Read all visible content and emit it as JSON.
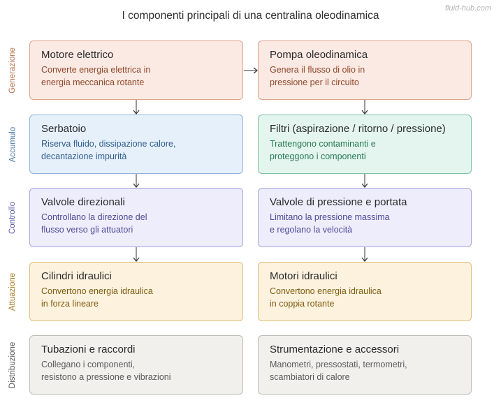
{
  "title": "I componenti principali di una centralina oleodinamica",
  "watermark": "fluid-hub.com",
  "rows": [
    {
      "label": "Generazione",
      "label_color": "#b8754f",
      "bg": "#fbe9e3",
      "border": "#dca38c",
      "desc_color": "#8f4a2c",
      "boxes": [
        {
          "title": "Motore elettrico",
          "desc": "Converte energia elettrica in\nenergia meccanica rotante"
        },
        {
          "title": "Pompa oleodinamica",
          "desc": "Genera il flusso di olio in\npressione per il circuito"
        }
      ]
    },
    {
      "label": "Accumulo",
      "label_color": "#4a7aa6",
      "bg": null,
      "border": null,
      "desc_color": null,
      "boxes": [
        {
          "title": "Serbatoio",
          "desc": "Riserva fluido, dissipazione calore,\ndecantazione impurità",
          "bg": "#e6f0fb",
          "border": "#8eb2d8",
          "desc_color": "#2f5e8e"
        },
        {
          "title": "Filtri (aspirazione / ritorno / pressione)",
          "desc": "Trattengono contaminanti e\nproteggono i componenti",
          "bg": "#e3f5ee",
          "border": "#7cc2a4",
          "desc_color": "#2a7a58"
        }
      ]
    },
    {
      "label": "Controllo",
      "label_color": "#5a58a8",
      "bg": "#eeedfb",
      "border": "#a9a6dc",
      "desc_color": "#4d4a97",
      "boxes": [
        {
          "title": "Valvole direzionali",
          "desc": "Controllano la direzione del\nflusso verso gli attuatori"
        },
        {
          "title": "Valvole di pressione e portata",
          "desc": "Limitano la pressione massima\ne regolano la velocità"
        }
      ]
    },
    {
      "label": "Attuazione",
      "label_color": "#a37a1f",
      "bg": "#fdf2de",
      "border": "#dfbd7b",
      "desc_color": "#7f5c10",
      "boxes": [
        {
          "title": "Cilindri idraulici",
          "desc": "Convertono energia idraulica\nin forza lineare"
        },
        {
          "title": "Motori idraulici",
          "desc": "Convertono energia idraulica\nin coppia rotante"
        }
      ]
    },
    {
      "label": "Distribuzione",
      "label_color": "#555555",
      "bg": "#f1f0ec",
      "border": "#bdbcb6",
      "desc_color": "#5a5a5a",
      "boxes": [
        {
          "title": "Tubazioni e raccordi",
          "desc": "Collegano i componenti,\nresistono a pressione e vibrazioni"
        },
        {
          "title": "Strumentazione e accessori",
          "desc": "Manometri, pressostati, termometri,\nscambiatori di calore"
        }
      ]
    }
  ]
}
